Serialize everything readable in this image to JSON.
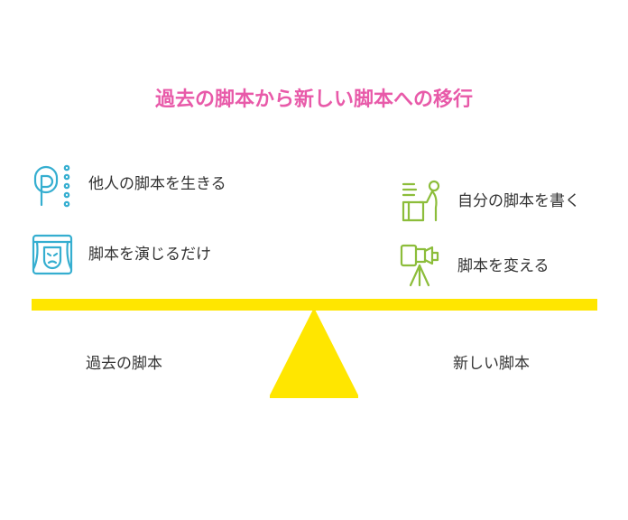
{
  "title": "過去の脚本から新しい脚本への移行",
  "left": {
    "label": "過去の脚本",
    "items": [
      {
        "text": "他人の脚本を生きる",
        "icon": "pulse-figure-icon"
      },
      {
        "text": "脚本を演じるだけ",
        "icon": "theater-mask-icon"
      }
    ]
  },
  "right": {
    "label": "新しい脚本",
    "items": [
      {
        "text": "自分の脚本を書く",
        "icon": "writer-desk-icon"
      },
      {
        "text": "脚本を変える",
        "icon": "film-camera-icon"
      }
    ]
  },
  "colors": {
    "title": "#e85aa9",
    "left_icons": "#35aed0",
    "right_icons": "#8cbd3a",
    "beam": "#ffe600",
    "text": "#333333"
  }
}
